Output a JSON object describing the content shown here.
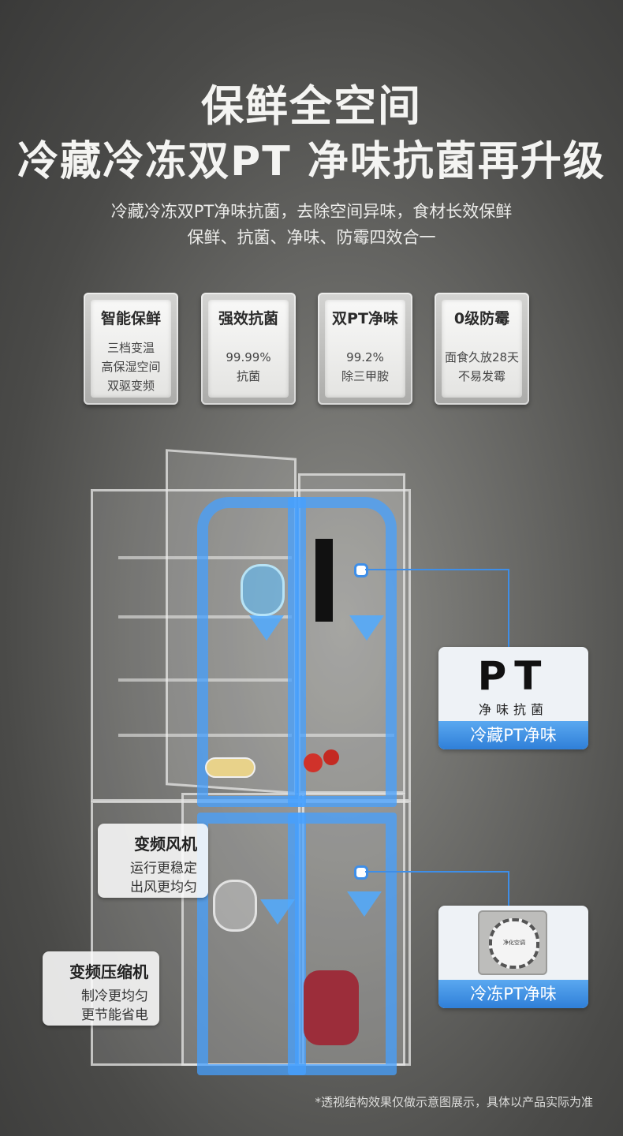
{
  "header": {
    "title_line1": "保鲜全空间",
    "title_line2": "冷藏冷冻双PT 净味抗菌再升级",
    "subtitle_line1": "冷藏冷冻双PT净味抗菌，去除空间异味，食材长效保鲜",
    "subtitle_line2": "保鲜、抗菌、净味、防霉四效合一"
  },
  "features": [
    {
      "title": "智能保鲜",
      "lines": [
        "三档变温",
        "高保湿空间",
        "双驱变频"
      ]
    },
    {
      "title": "强效抗菌",
      "lines": [
        "99.99%",
        "抗菌"
      ]
    },
    {
      "title": "双PT净味",
      "lines": [
        "99.2%",
        "除三甲胺"
      ]
    },
    {
      "title": "0级防霉",
      "lines": [
        "面食久放28天",
        "不易发霉"
      ]
    }
  ],
  "callouts": {
    "fridge_pt": {
      "logo": "PT",
      "logo_sub": "净味抗菌",
      "label": "冷藏PT净味"
    },
    "freezer_pt": {
      "module_text": "净化空调",
      "label": "冷冻PT净味"
    }
  },
  "tags": {
    "fan": {
      "title": "变频风机",
      "lines": [
        "运行更稳定",
        "出风更均匀"
      ]
    },
    "compressor": {
      "title": "变频压缩机",
      "lines": [
        "制冷更均匀",
        "更节能省电"
      ]
    }
  },
  "footnote": "*透视结构效果仅做示意图展示，具体以产品实际为准",
  "colors": {
    "accent_blue": "#3e8ee8",
    "airflow_blue": "#46a0ff"
  }
}
